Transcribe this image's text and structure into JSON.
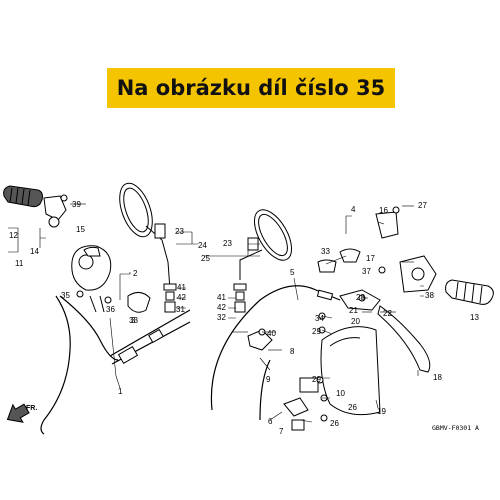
{
  "banner": {
    "text": "Na obrázku díl číslo 35"
  },
  "diagram": {
    "direction_label": "FR.",
    "code": "GBMV-F0301 A",
    "labels": [
      {
        "id": "n1",
        "text": "1"
      },
      {
        "id": "n2",
        "text": "2"
      },
      {
        "id": "n3",
        "text": "3"
      },
      {
        "id": "n4",
        "text": "4"
      },
      {
        "id": "n5",
        "text": "5"
      },
      {
        "id": "n6",
        "text": "6"
      },
      {
        "id": "n7",
        "text": "7"
      },
      {
        "id": "n8",
        "text": "8"
      },
      {
        "id": "n9",
        "text": "9"
      },
      {
        "id": "n10",
        "text": "10"
      },
      {
        "id": "n11",
        "text": "11"
      },
      {
        "id": "n12",
        "text": "12"
      },
      {
        "id": "n13",
        "text": "13"
      },
      {
        "id": "n14",
        "text": "14"
      },
      {
        "id": "n15",
        "text": "15"
      },
      {
        "id": "n16",
        "text": "16"
      },
      {
        "id": "n17",
        "text": "17"
      },
      {
        "id": "n18",
        "text": "18"
      },
      {
        "id": "n19",
        "text": "19"
      },
      {
        "id": "n20",
        "text": "20"
      },
      {
        "id": "n21",
        "text": "21"
      },
      {
        "id": "n22",
        "text": "22"
      },
      {
        "id": "n23a",
        "text": "23"
      },
      {
        "id": "n23b",
        "text": "23"
      },
      {
        "id": "n24",
        "text": "24"
      },
      {
        "id": "n25",
        "text": "25"
      },
      {
        "id": "n26a",
        "text": "26"
      },
      {
        "id": "n26b",
        "text": "26"
      },
      {
        "id": "n27",
        "text": "27"
      },
      {
        "id": "n28",
        "text": "28"
      },
      {
        "id": "n29a",
        "text": "29"
      },
      {
        "id": "n29b",
        "text": "29"
      },
      {
        "id": "n31",
        "text": "31"
      },
      {
        "id": "n32",
        "text": "32"
      },
      {
        "id": "n33a",
        "text": "33"
      },
      {
        "id": "n33b",
        "text": "33"
      },
      {
        "id": "n34",
        "text": "34"
      },
      {
        "id": "n35",
        "text": "35"
      },
      {
        "id": "n36",
        "text": "36"
      },
      {
        "id": "n37",
        "text": "37"
      },
      {
        "id": "n38",
        "text": "38"
      },
      {
        "id": "n39",
        "text": "39"
      },
      {
        "id": "n40",
        "text": "40"
      },
      {
        "id": "n41a",
        "text": "41"
      },
      {
        "id": "n41b",
        "text": "41"
      },
      {
        "id": "n42a",
        "text": "42"
      },
      {
        "id": "n42b",
        "text": "42"
      }
    ]
  }
}
